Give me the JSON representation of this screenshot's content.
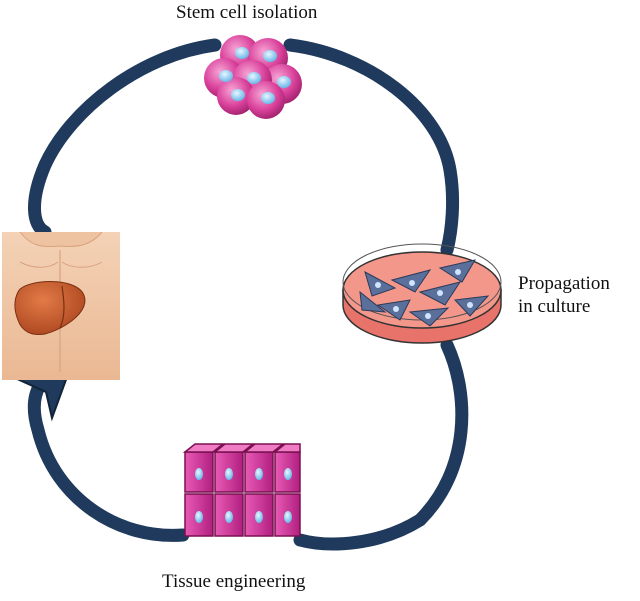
{
  "labels": {
    "stem_cell_isolation": "Stem cell isolation",
    "propagation_line1": "Propagation",
    "propagation_line2": "in culture",
    "tissue_engineering": "Tissue engineering"
  },
  "colors": {
    "cycle_arrow": "#1f3a5c",
    "stem_cells": "#d9409a",
    "culture_dish": "#f08b80",
    "tissue_blocks": "#d63aa0",
    "liver": "#c8572a",
    "skin": "#f2c9a8"
  }
}
